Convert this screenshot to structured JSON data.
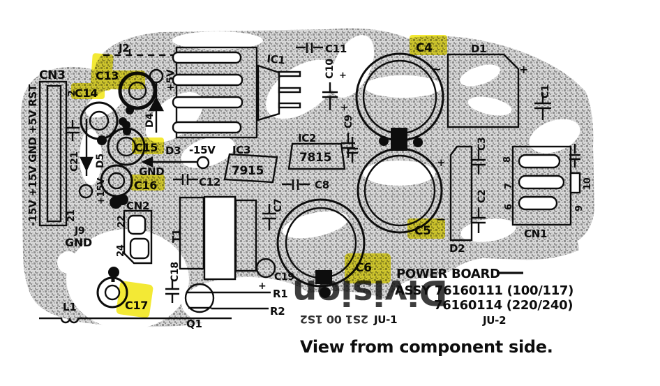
{
  "diagram": {
    "kind": "printed-circuit-board component layout, scanned",
    "caption": "View from component side.",
    "highlighted_components": [
      "C13",
      "C14",
      "C15",
      "C16",
      "C17",
      "C4",
      "C5",
      "C6"
    ]
  },
  "title_block": {
    "line1": "POWER BOARD",
    "line2": "ASSY 76160111 (100/117)",
    "line3": "76160114 (220/240)",
    "jumper1": "JU-1",
    "jumper2": "JU-2"
  },
  "labels": {
    "cn3": "CN3",
    "rail": "-15V +15V GND +5V RST",
    "pin2": "2",
    "pin21": "21",
    "c21": "C21",
    "j9": "J9",
    "j9_gnd": "GND",
    "j2": "J2",
    "c13": "C13",
    "c14": "C14",
    "plus5v": "+5V",
    "d4": "D4",
    "d5": "D5",
    "plus15v": "+15V",
    "c15": "C15",
    "gnd_mid": "GND",
    "c16": "C16",
    "c12": "C12",
    "d3": "D3",
    "minus15v": "-15V",
    "cn2": "CN2",
    "pin22": "22",
    "pin24": "24",
    "t1": "T1",
    "c18": "C18",
    "c17": "C17",
    "l1": "L1",
    "q1": "Q1",
    "c19": "C19",
    "r1": "R1",
    "r2": "R2",
    "ic1": "IC1",
    "c11": "C11",
    "c10": "C10",
    "c9": "C9",
    "ic2": "IC2",
    "ic2_part": "7815",
    "ic3": "IC3",
    "ic3_part": "7915",
    "c8": "C8",
    "c7": "C7",
    "c4": "C4",
    "c5": "C5",
    "c6": "C6",
    "d1": "D1",
    "c1": "C1",
    "d2": "D2",
    "c3": "C3",
    "c2": "C2",
    "cn1": "CN1",
    "pin8": "8",
    "pin7": "7",
    "pin6": "6",
    "pin10": "10",
    "pin9": "9"
  },
  "symbols": {
    "plus": "+",
    "minus": "−",
    "ac": "~"
  },
  "watermark": {
    "word": "Division",
    "digits": "2S1 00 1S2"
  },
  "colors": {
    "highlight": "#f2e71e",
    "ink": "#0d0d0d",
    "dither_base": "#d8d8d8"
  }
}
